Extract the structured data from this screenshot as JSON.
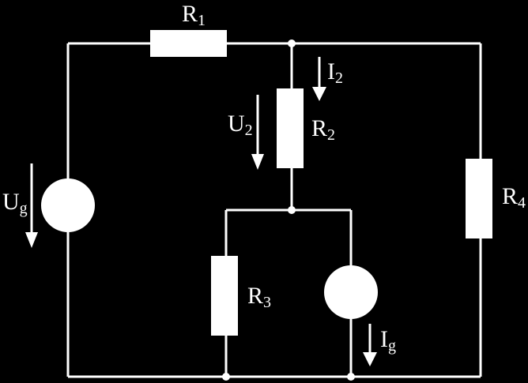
{
  "colors": {
    "background": "#000000",
    "foreground": "#ffffff"
  },
  "components": {
    "r1": {
      "label": "R",
      "sub": "1"
    },
    "r2": {
      "label": "R",
      "sub": "2"
    },
    "r3": {
      "label": "R",
      "sub": "3"
    },
    "r4": {
      "label": "R",
      "sub": "4"
    },
    "ug": {
      "label": "U",
      "sub": "g"
    },
    "u2": {
      "label": "U",
      "sub": "2"
    },
    "i2": {
      "label": "I",
      "sub": "2"
    },
    "ig": {
      "label": "I",
      "sub": "g"
    }
  }
}
